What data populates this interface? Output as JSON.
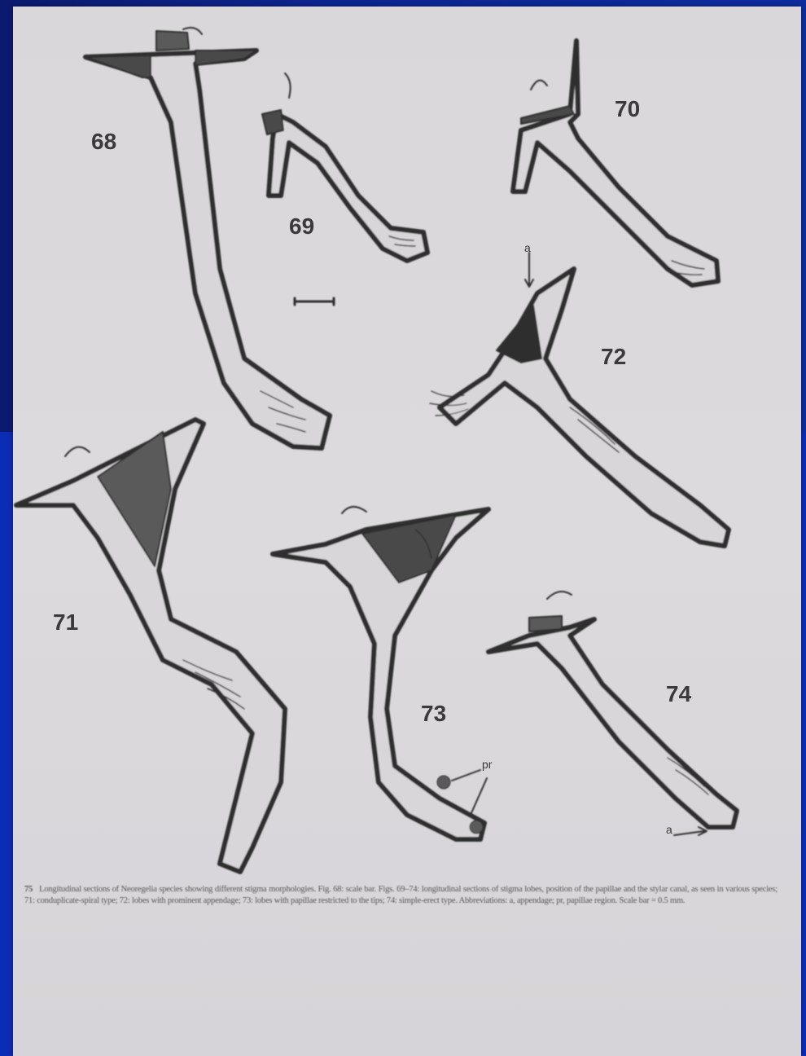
{
  "figure_labels": {
    "f68": "68",
    "f69": "69",
    "f70": "70",
    "f71": "71",
    "f72": "72",
    "f73": "73",
    "f74": "74"
  },
  "annotations": {
    "a72": "a",
    "pr73": "pr",
    "a74": "a"
  },
  "caption": {
    "figure_number": "75",
    "text": "Longitudinal sections of Neoregelia species showing different stigma morphologies. Fig. 68: scale bar. Figs. 69–74: longitudinal sections of stigma lobes, position of the papillae and the stylar canal, as seen in various species; 71: conduplicate-spiral type; 72: lobes with prominent appendage; 73: lobes with papillae restricted to the tips; 74: simple-erect type. Abbreviations: a, appendage; pr, papillae region. Scale bar = 0.5 mm."
  },
  "colors": {
    "page": "#dad8da",
    "ink": "#3a3a3a",
    "shade": "#555555",
    "background": "#0b2cb5"
  }
}
